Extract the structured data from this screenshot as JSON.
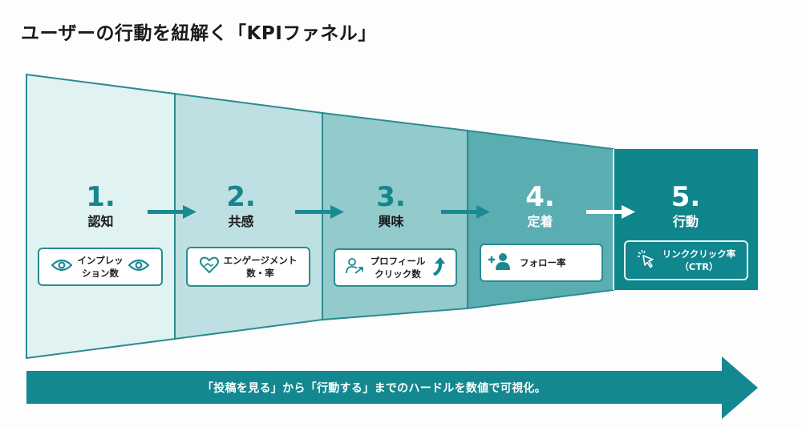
{
  "title": "ユーザーの行動を紐解く「KPIファネル」",
  "colors": {
    "stage1": "#e1f2f2",
    "stage2": "#bfe0e2",
    "stage3": "#93cacc",
    "stage4": "#5aaeb2",
    "stage5": "#0f858c",
    "accent": "#1a8a91",
    "outline": "#2b8b92"
  },
  "stages": [
    {
      "number": "1.",
      "label": "認知",
      "kpi_line1": "インプレッ",
      "kpi_line2": "ション数",
      "icon": "eye-icon"
    },
    {
      "number": "2.",
      "label": "共感",
      "kpi_line1": "エンゲージメント",
      "kpi_line2": "数・率",
      "icon": "heart-handshake-icon"
    },
    {
      "number": "3.",
      "label": "興味",
      "kpi_line1": "プロフィール",
      "kpi_line2": "クリック数",
      "icon": "user-arrow-icon"
    },
    {
      "number": "4.",
      "label": "定着",
      "kpi_line1": "フォロー率",
      "kpi_line2": "",
      "icon": "add-user-icon"
    },
    {
      "number": "5.",
      "label": "行動",
      "kpi_line1": "リンククリック率",
      "kpi_line2": "（CTR）",
      "icon": "cursor-click-icon"
    }
  ],
  "bottom_arrow_text": "「投稿を見る」から「行動する」までのハードルを数値で可視化。"
}
